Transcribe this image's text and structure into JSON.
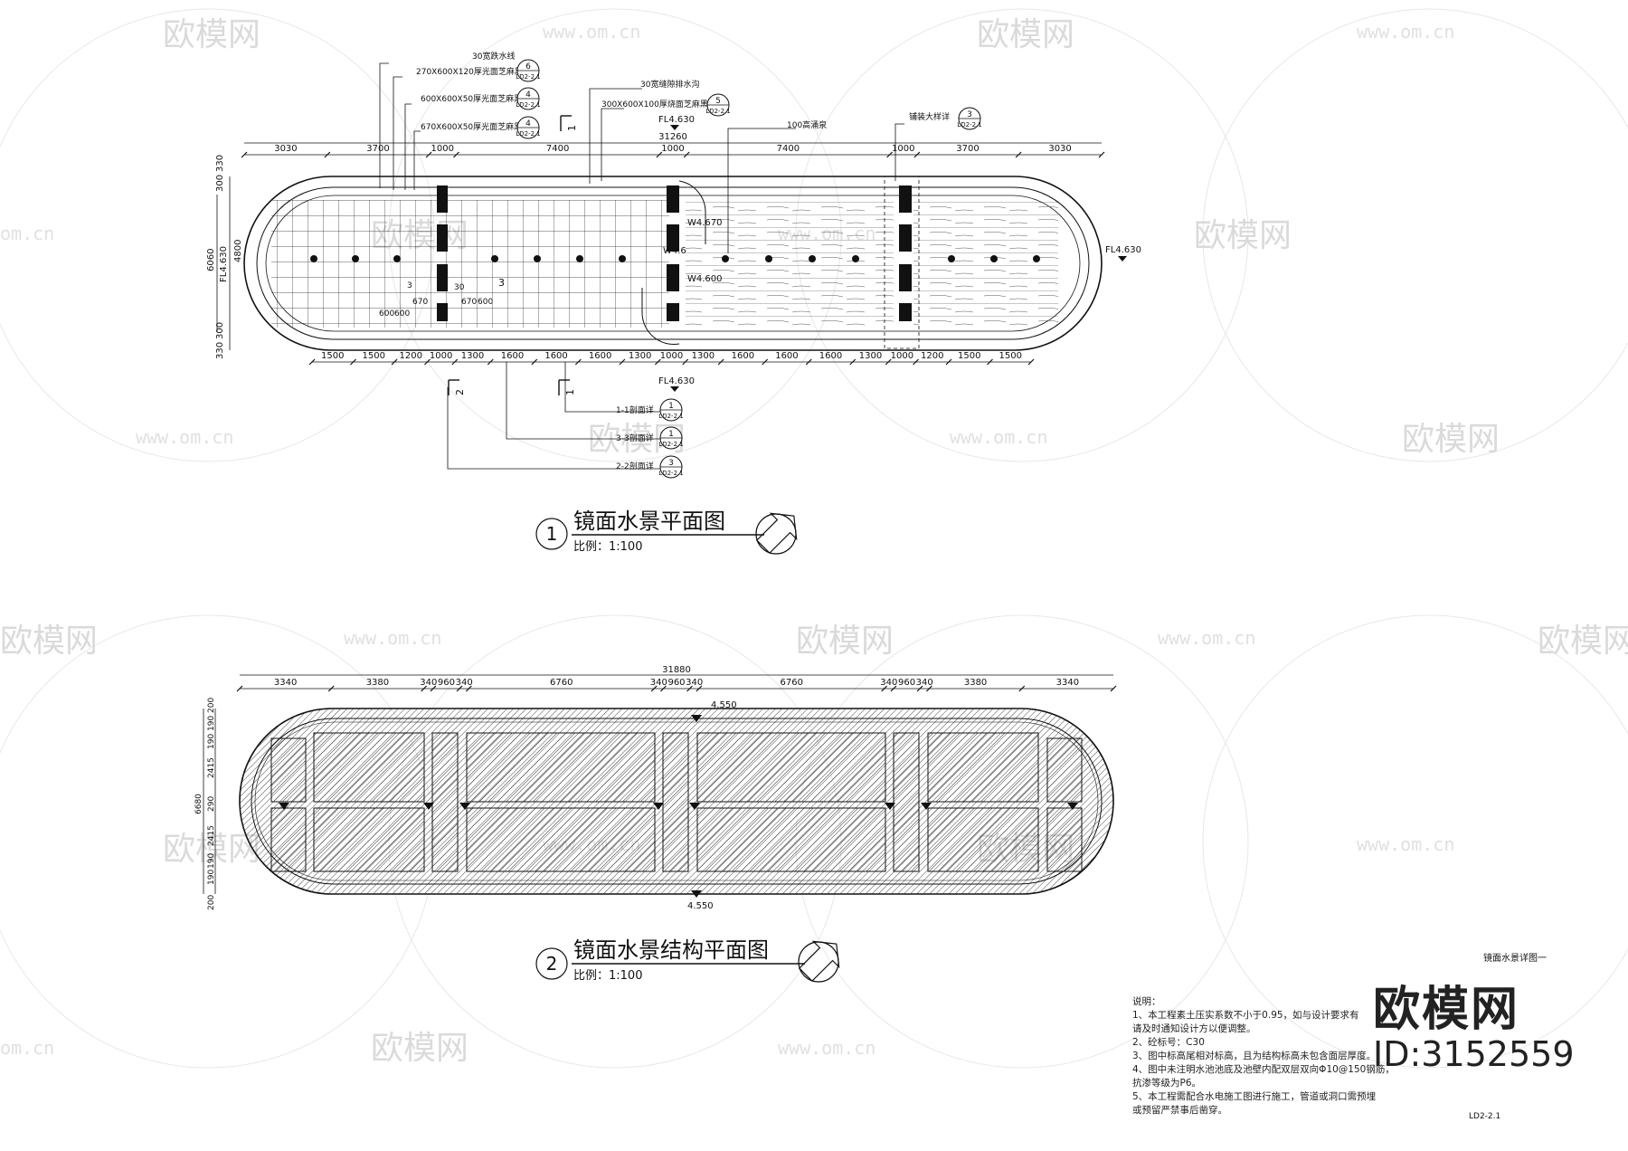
{
  "watermark": {
    "logo_text": "欧模网",
    "url": "www.om.cn",
    "url_short": "om.cn"
  },
  "plan1": {
    "number": "1",
    "title": "镜面水景平面图",
    "scale": "比例：1:100",
    "overall_dim": "31260",
    "top_dims": [
      "3030",
      "3700",
      "1000",
      "7400",
      "1000",
      "7400",
      "1000",
      "3700",
      "3030"
    ],
    "bottom_dims": [
      "1500",
      "1500",
      "1200",
      "1000",
      "1300",
      "1600",
      "1600",
      "1600",
      "1300",
      "1000",
      "1300",
      "1600",
      "1600",
      "1600",
      "1300",
      "1000",
      "1200",
      "1500",
      "1500"
    ],
    "left_dims": [
      "330",
      "300",
      "4800",
      "6060",
      "300",
      "330"
    ],
    "small_dims": [
      "600",
      "600",
      "670",
      "30",
      "670",
      "600",
      "3",
      "3"
    ],
    "levels": {
      "fl_top": "FL4.630",
      "fl_bottom": "FL4.630",
      "fl_left": "FL4.630",
      "fl_right": "FL4.630",
      "w1": "W4.670",
      "w2": "W4.600",
      "w3": "W4.6"
    },
    "callouts_left": [
      {
        "text": "30宽跌水线",
        "ref": ""
      },
      {
        "text": "270X600X120厚光面芝麻黑",
        "ref": "6",
        "sheet": "LD2-2.1"
      },
      {
        "text": "600X600X50厚光面芝麻黑",
        "ref": "4",
        "sheet": "LD2-2.1"
      },
      {
        "text": "670X600X50厚光面芝麻黑",
        "ref": "4",
        "sheet": "LD2-2.1"
      }
    ],
    "callouts_mid": [
      {
        "text": "30宽缝隙排水沟",
        "ref": ""
      },
      {
        "text": "300X600X100厚烧面芝麻黑",
        "ref": "5",
        "sheet": "LD2-2.1"
      },
      {
        "text": "100高涌泉",
        "ref": ""
      },
      {
        "text": "铺装大样详",
        "ref": "3",
        "sheet": "LD2-2.1"
      }
    ],
    "sections": [
      {
        "text": "1-1剖面详",
        "ref": "1",
        "sheet": "LD2-2.1"
      },
      {
        "text": "3-3剖面详",
        "ref": "1",
        "sheet": "LD2-2.1"
      },
      {
        "text": "2-2剖面详",
        "ref": "3",
        "sheet": "LD2-2.1"
      }
    ],
    "section_marks": [
      "1",
      "1",
      "2",
      "3"
    ]
  },
  "plan2": {
    "number": "2",
    "title": "镜面水景结构平面图",
    "scale": "比例：1:100",
    "overall_dim": "31880",
    "top_dims": [
      "3340",
      "3380",
      "340",
      "960",
      "340",
      "6760",
      "340",
      "960",
      "340",
      "6760",
      "340",
      "960",
      "340",
      "3380",
      "3340"
    ],
    "left_dims": [
      "200",
      "190",
      "190",
      "2415",
      "290",
      "2415",
      "190",
      "190",
      "200",
      "6680"
    ],
    "levels": {
      "top": "4.550",
      "bottom": "4.550"
    }
  },
  "sheet": {
    "title": "镜面水景详图一",
    "number": "LD2-2.1"
  },
  "notes": {
    "heading": "说明：",
    "lines": [
      "1、本工程素土压实系数不小于0.95，如与设计要求有",
      "请及时通知设计方以便调整。",
      "2、砼标号：C30",
      "3、图中标高尾相对标高，且为结构标高未包含面层厚度。",
      "4、图中未注明水池池底及池壁内配双层双向Φ10@150钢筋，",
      "抗渗等级为P6。",
      "5、本工程需配合水电施工图进行施工，管道或洞口需预埋",
      "或预留严禁事后凿穿。"
    ]
  },
  "brand": {
    "name": "欧模网",
    "id": "ID:3152559"
  }
}
